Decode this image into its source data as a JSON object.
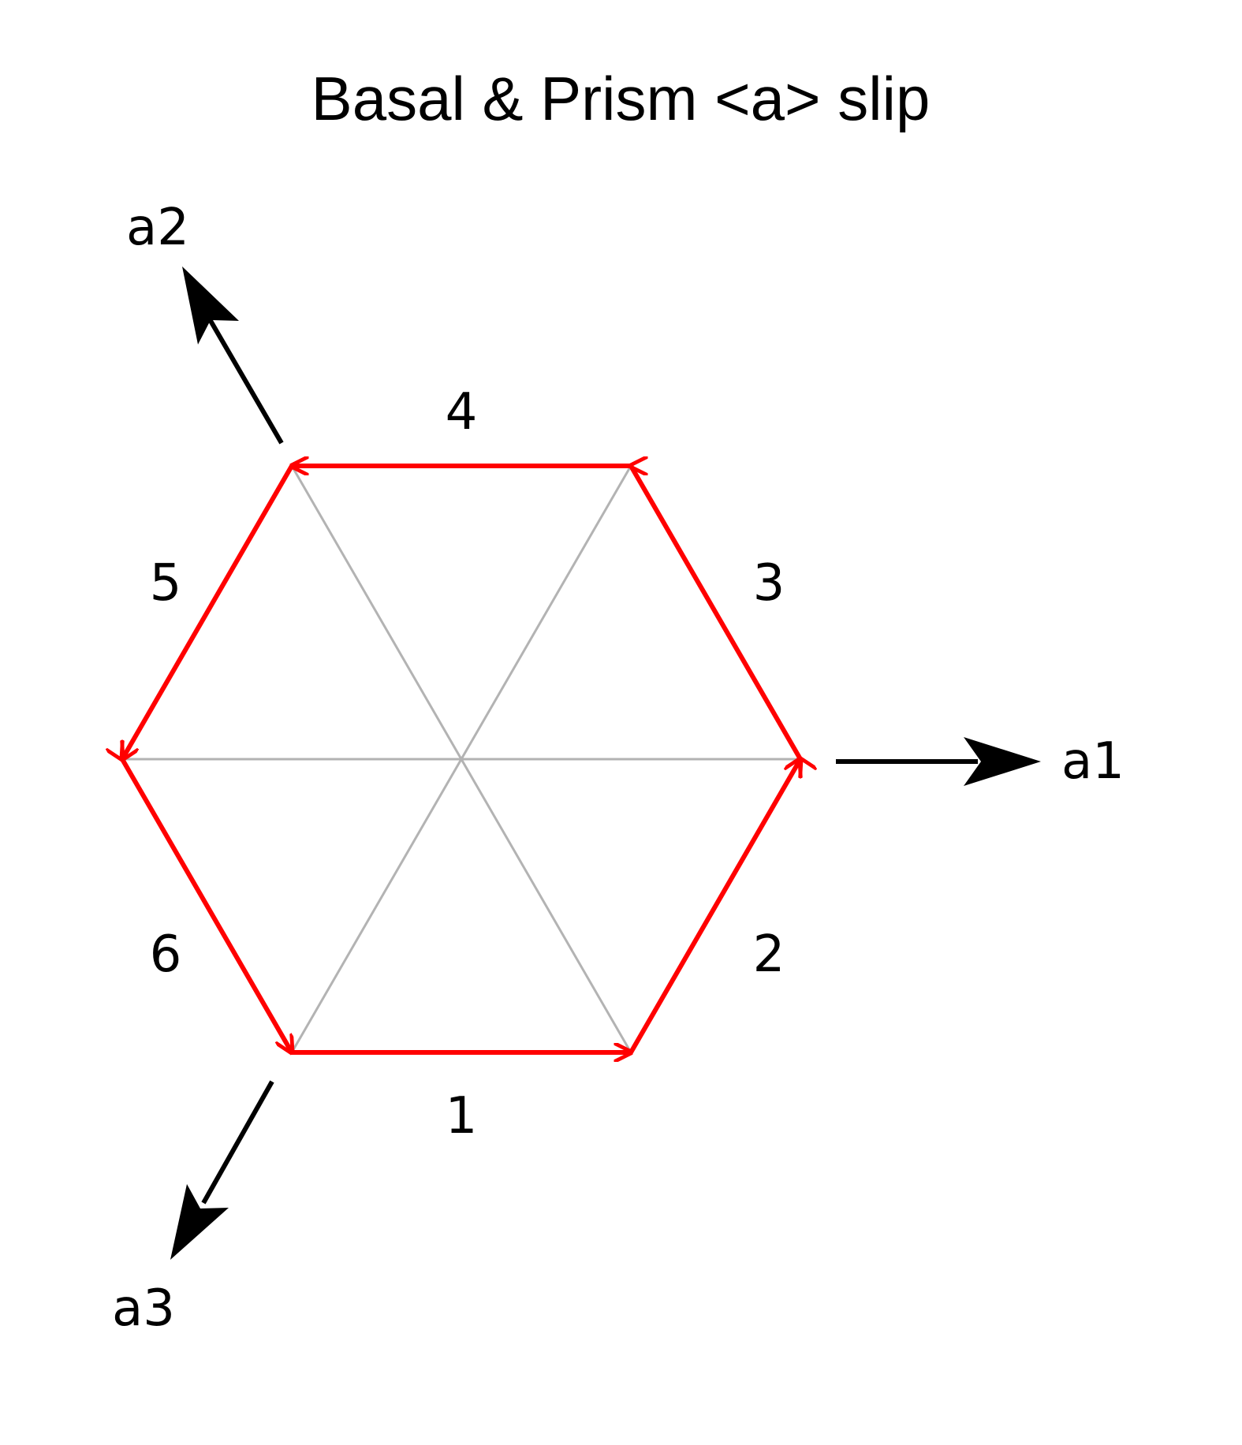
{
  "title": "Basal & Prism <a> slip",
  "colors": {
    "slip": "#ff0000",
    "guide": "#b3b3b3",
    "axis": "#000000"
  },
  "axes": [
    {
      "id": "a1",
      "label": "a1"
    },
    {
      "id": "a2",
      "label": "a2"
    },
    {
      "id": "a3",
      "label": "a3"
    }
  ],
  "slip_systems": [
    {
      "label": "1"
    },
    {
      "label": "2"
    },
    {
      "label": "3"
    },
    {
      "label": "4"
    },
    {
      "label": "5"
    },
    {
      "label": "6"
    }
  ]
}
